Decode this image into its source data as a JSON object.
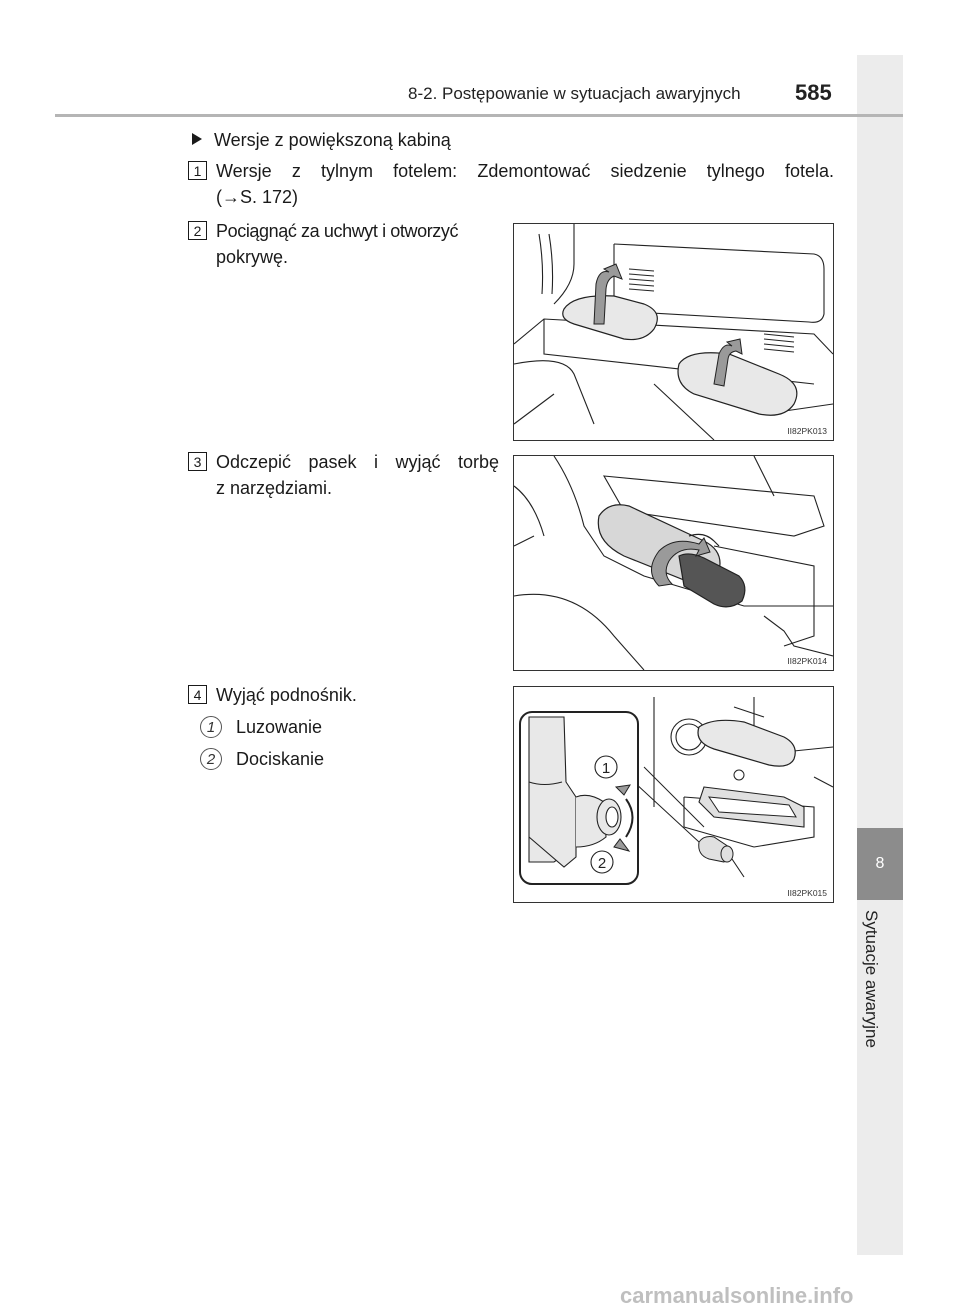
{
  "header": {
    "section_title": "8-2. Postępowanie w sytuacjach awaryjnych",
    "page_number": "585"
  },
  "side_tab": {
    "chapter_number": "8",
    "chapter_title": "Sytuacje awaryjne"
  },
  "bullet": "Wersje z powiększoną kabiną",
  "steps": [
    {
      "number": "1",
      "line1": "Wersje z tylnym fotelem: Zdemontować siedzenie tylnego fotela.",
      "line2": "(→S. 172)"
    },
    {
      "number": "2",
      "line1": "Pociągnąć za uchwyt i otworzyć",
      "line2": "pokrywę."
    },
    {
      "number": "3",
      "line1": "Odczepić pasek i wyjąć torbę",
      "line2": "z narzędziami."
    },
    {
      "number": "4",
      "line1": "Wyjąć podnośnik."
    }
  ],
  "sub_items": [
    {
      "number": "1",
      "label": "Luzowanie"
    },
    {
      "number": "2",
      "label": "Dociskanie"
    }
  ],
  "figures": [
    {
      "code": "II82PK013"
    },
    {
      "code": "II82PK014"
    },
    {
      "code": "II82PK015",
      "callouts": [
        "1",
        "2"
      ]
    }
  ],
  "watermark": "carmanualsonline.info"
}
